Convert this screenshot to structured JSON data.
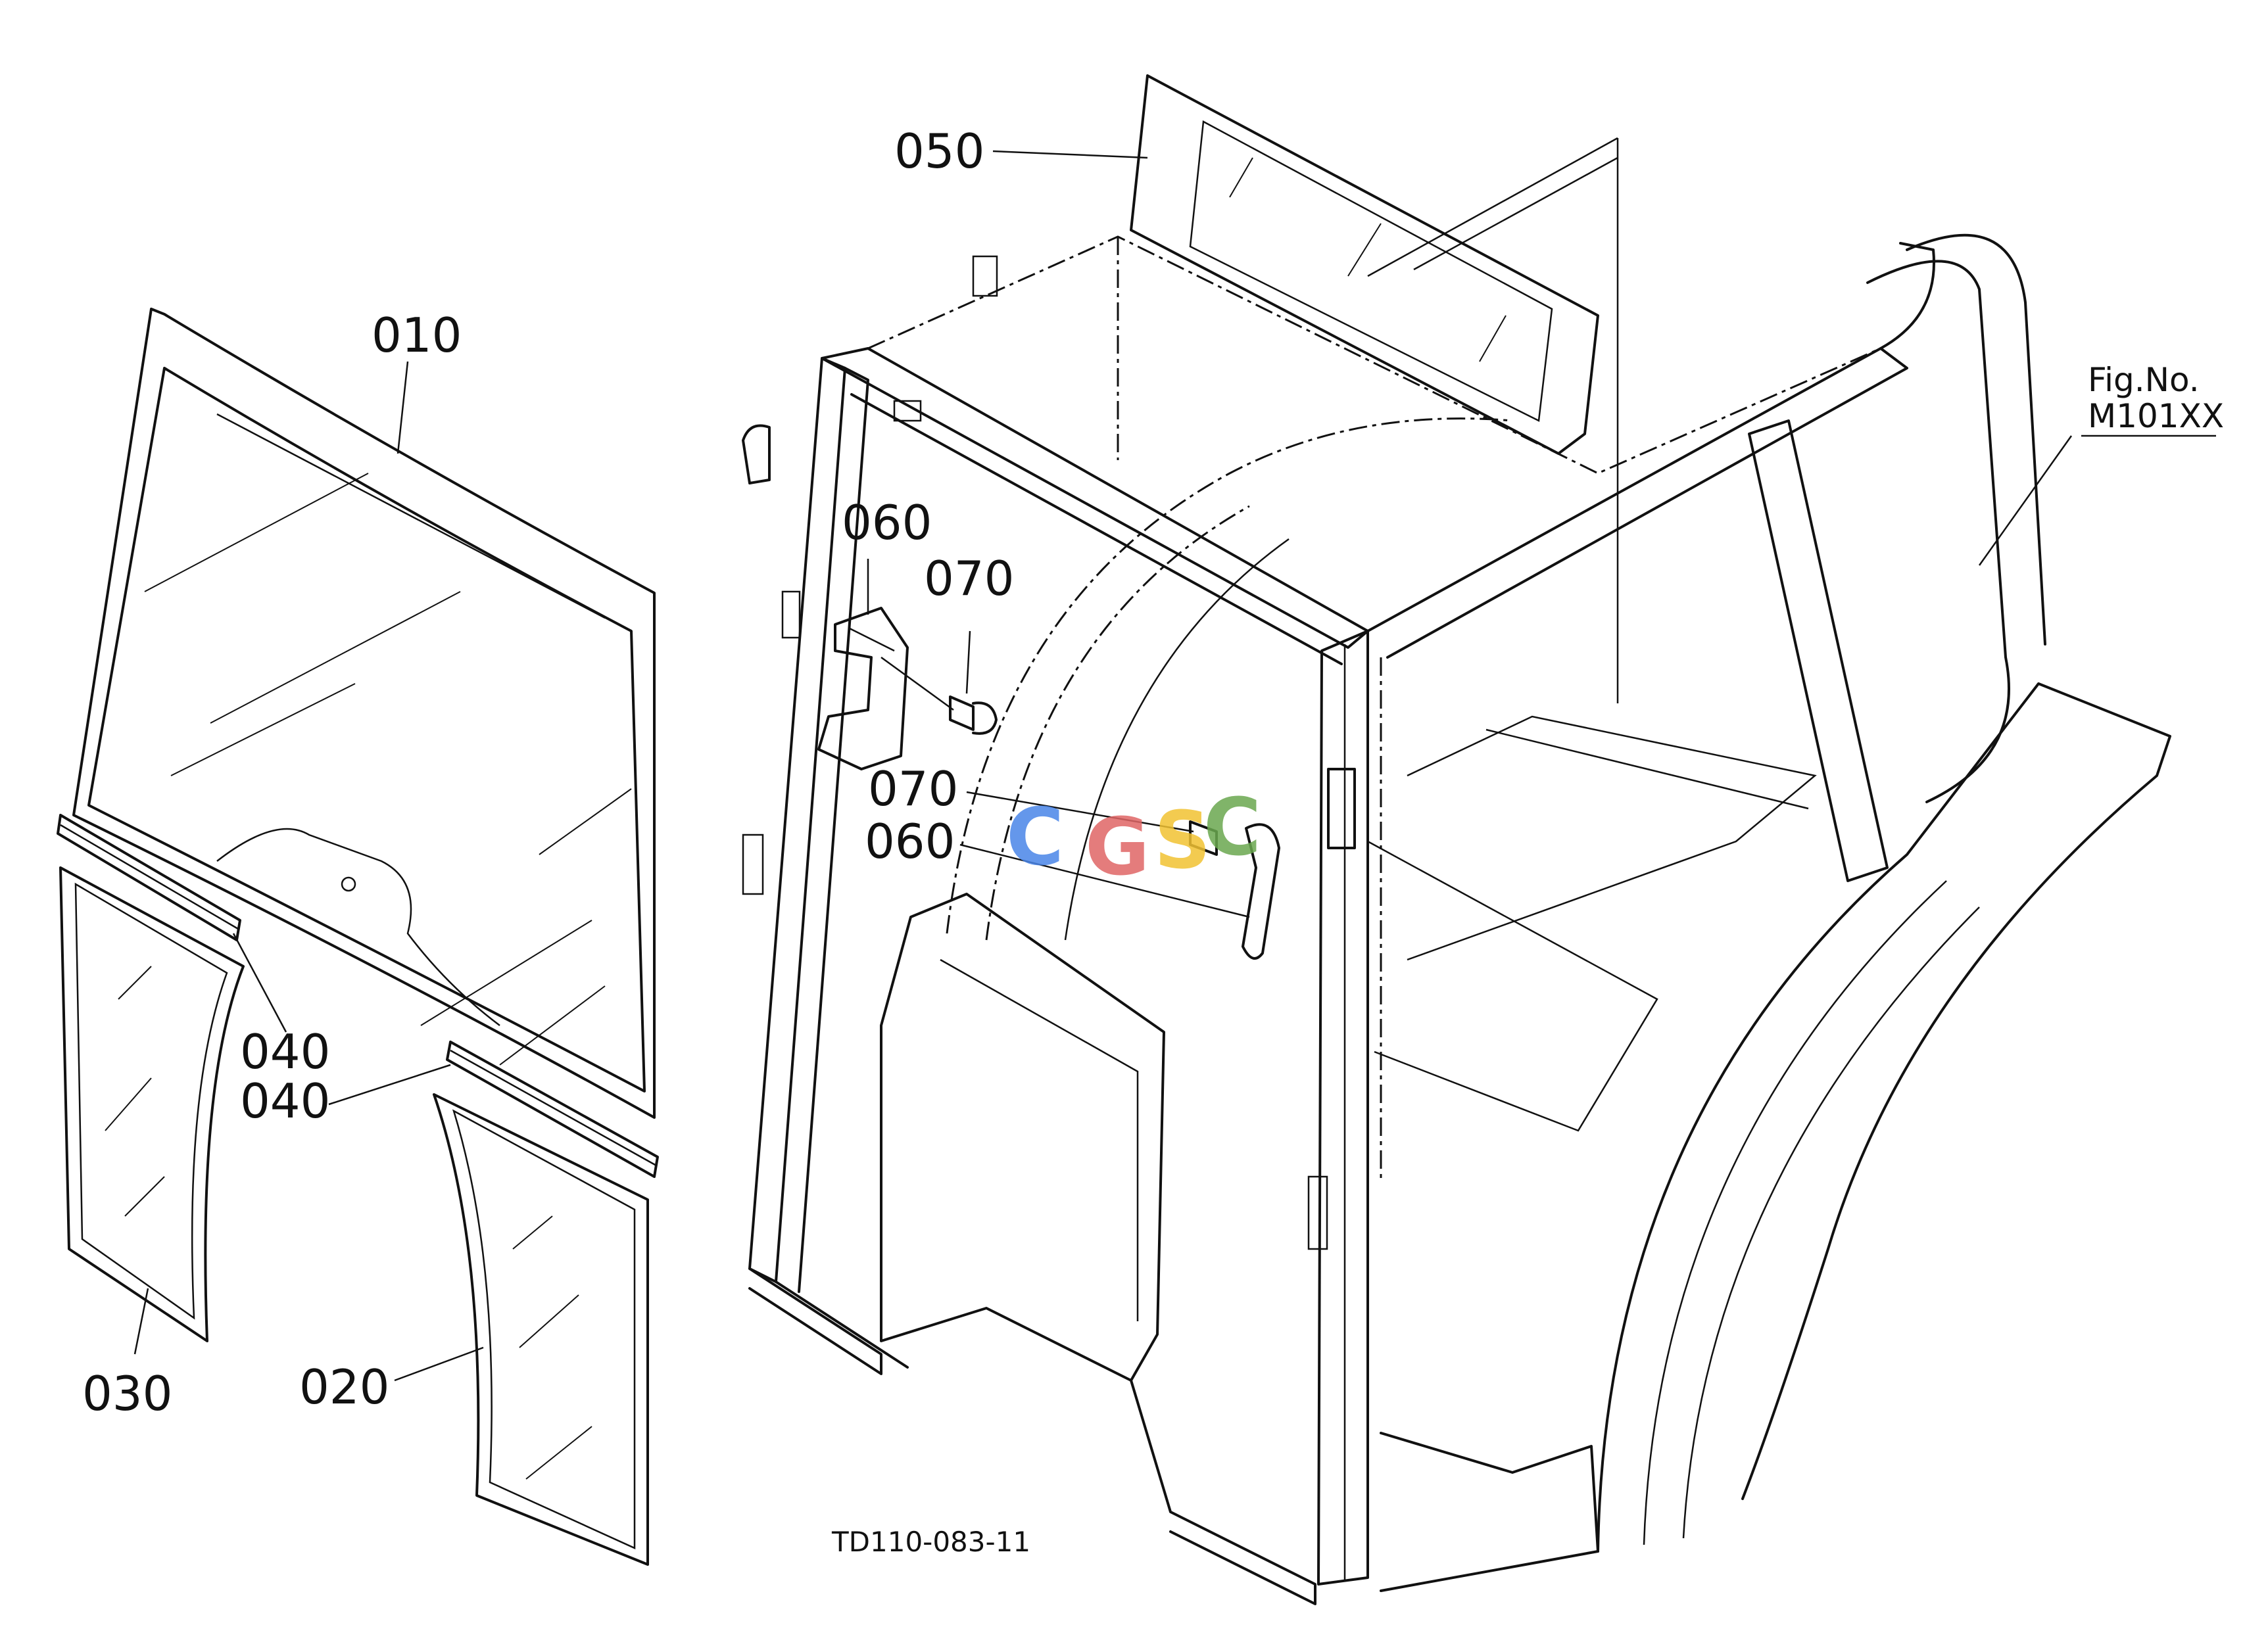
{
  "callouts": {
    "c010": "010",
    "c020": "020",
    "c030": "030",
    "c040a": "040",
    "c040b": "040",
    "c050": "050",
    "c060a": "060",
    "c060b": "060",
    "c070a": "070",
    "c070b": "070"
  },
  "figref": {
    "line1": "Fig.No.",
    "line2": "M101XX"
  },
  "drawing_code": "TD110-083-11",
  "watermark": {
    "letters": [
      "C",
      "G",
      "S",
      "C"
    ],
    "colors": [
      "#4a86e8",
      "#e06666",
      "#f1c232",
      "#6aa84f"
    ]
  }
}
